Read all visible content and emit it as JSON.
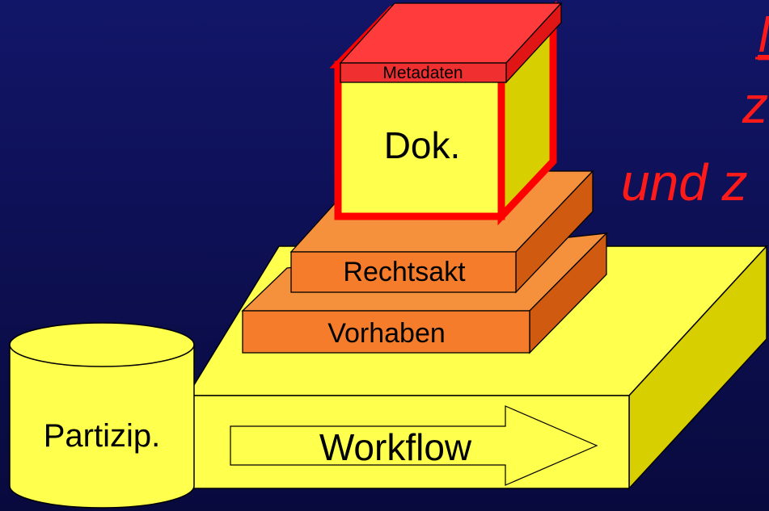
{
  "labels": {
    "document": "Dok.",
    "metadata": "Metadaten",
    "legal_act": "Rechtsakt",
    "project": "Vorhaben",
    "participation": "Partizip.",
    "workflow": "Workflow"
  },
  "overlay_text": {
    "line1": "M",
    "line2": "z",
    "line3": "und z"
  },
  "colors": {
    "background": "#0d0f55",
    "platform": "#ffff4d",
    "platform_side": "#d8cf00",
    "orange_front": "#f47c2a",
    "orange_top": "#f5913d",
    "orange_side": "#d05a10",
    "document_face": "#ffff4d",
    "document_border": "#ff0000",
    "lid_top": "#ff3333",
    "overlay_text": "#ff1a1a"
  }
}
